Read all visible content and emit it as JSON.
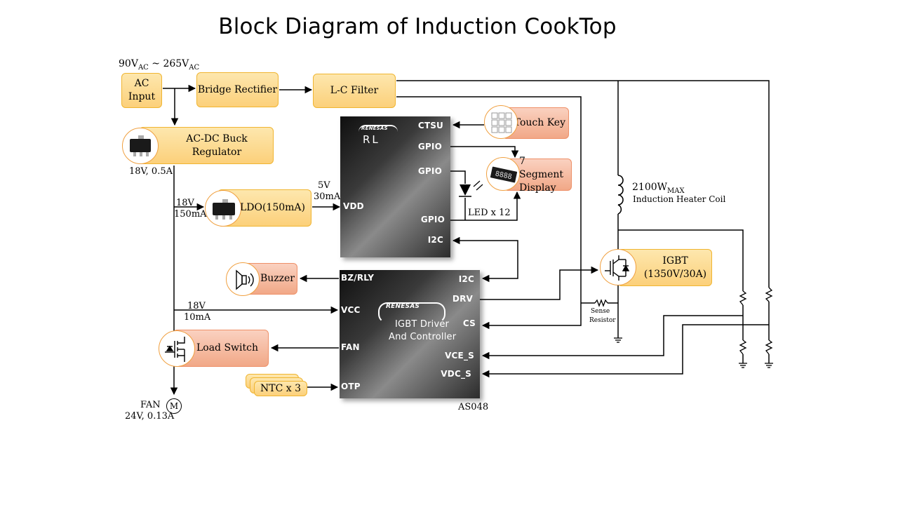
{
  "title": "Block Diagram of Induction CookTop",
  "input_range": {
    "lo": "90V",
    "lo_sub": "AC",
    "sep": " ~ ",
    "hi": "265V",
    "hi_sub": "AC"
  },
  "blocks": {
    "ac_input": "AC Input",
    "bridge_rectifier": "Bridge Rectifier",
    "lc_filter": "L-C Filter",
    "acdc_buck": "AC-DC Buck Regulator",
    "ldo": "LDO(150mA)",
    "touch_key": "Touch Key",
    "seven_segment": "7 Segment Display",
    "buzzer": "Buzzer",
    "load_switch": "Load Switch",
    "ntc": "NTC x 3",
    "igbt_name": "IGBT",
    "igbt_rating": "(1350V/30A)"
  },
  "labels": {
    "buck_out": "18V, 0.5A",
    "ldo_in_v": "18V",
    "ldo_in_a": "150mA",
    "ldo_out_v": "5V",
    "ldo_out_a": "30mA",
    "vcc_v": "18V",
    "vcc_a": "10mA",
    "led": "LED x 12",
    "coil_power": "2100W",
    "coil_power_sub": "MAX",
    "coil_name": "Induction Heater Coil",
    "sense_1": "Sense",
    "sense_2": "Resistor",
    "fan_1": "FAN",
    "fan_2": "24V, 0.13A",
    "motor": "M",
    "driver_part": "AS048"
  },
  "mcu": {
    "logo": "RENESAS",
    "family": "RL",
    "pins": [
      "CTSU",
      "GPIO",
      "GPIO",
      "VDD",
      "GPIO",
      "I2C"
    ]
  },
  "driver": {
    "logo": "RENESAS",
    "line1": "IGBT Driver",
    "line2": "And Controller",
    "pins_left": [
      "BZ/RLY",
      "VCC",
      "FAN",
      "OTP"
    ],
    "pins_right": [
      "I2C",
      "DRV",
      "CS",
      "VCE_S",
      "VDC_S"
    ]
  },
  "colors": {
    "block_fill": "#fcd07a",
    "block_border": "#f0b531",
    "orange_fill": "#f1a887",
    "orange_border": "#ee9068",
    "wire": "#000000"
  },
  "icons": [
    "smd-regulator-icon",
    "keypad-icon",
    "seven-seg-icon",
    "speaker-icon",
    "mosfet-icon",
    "igbt-icon",
    "motor-icon",
    "led-icon",
    "inductor-icon",
    "resistor-icon",
    "ground-icon"
  ]
}
